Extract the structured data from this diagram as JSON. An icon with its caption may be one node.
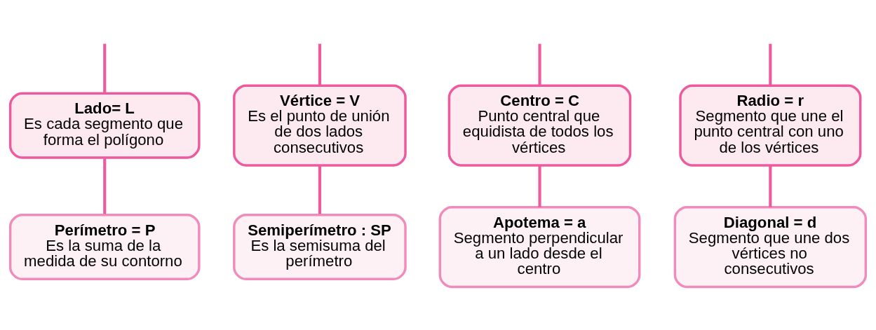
{
  "diagram": {
    "nodes": [
      {
        "text": [
          "Lado= L",
          "Es cada segmento que forma el polígono"
        ]
      },
      {
        "text": [
          "Vértice = V",
          "Es el punto de unión de dos lados consecutivos"
        ]
      },
      {
        "text": [
          "Centro = C",
          "Punto central que equidista de todos los vértices"
        ]
      },
      {
        "text": [
          "Radio = r",
          "Segmento que une el punto central con uno de los vértices"
        ]
      },
      {
        "text": [
          "Perímetro = P",
          "Es la suma de la medida de su contorno"
        ]
      },
      {
        "text": [
          "Semiperímetro : SP",
          "Es la semisuma del perímetro"
        ]
      },
      {
        "text": [
          "Apotema = a",
          "Segmento perpendicular a un lado desde el centro"
        ]
      },
      {
        "text": [
          "Diagonal = d",
          "Segmento que une dos vértices no consecutivos"
        ]
      }
    ],
    "edges": [
      {
        "from": null,
        "to": 0,
        "arrow": "none"
      },
      {
        "from": null,
        "to": 1,
        "arrow": "none"
      },
      {
        "from": null,
        "to": 2,
        "arrow": "none"
      },
      {
        "from": null,
        "to": 3,
        "arrow": "none"
      },
      {
        "from": 0,
        "to": 4,
        "arrow": "none"
      },
      {
        "from": 1,
        "to": 5,
        "arrow": "none"
      },
      {
        "from": 2,
        "to": 6,
        "arrow": "none"
      },
      {
        "from": 3,
        "to": 7,
        "arrow": "none"
      }
    ]
  }
}
